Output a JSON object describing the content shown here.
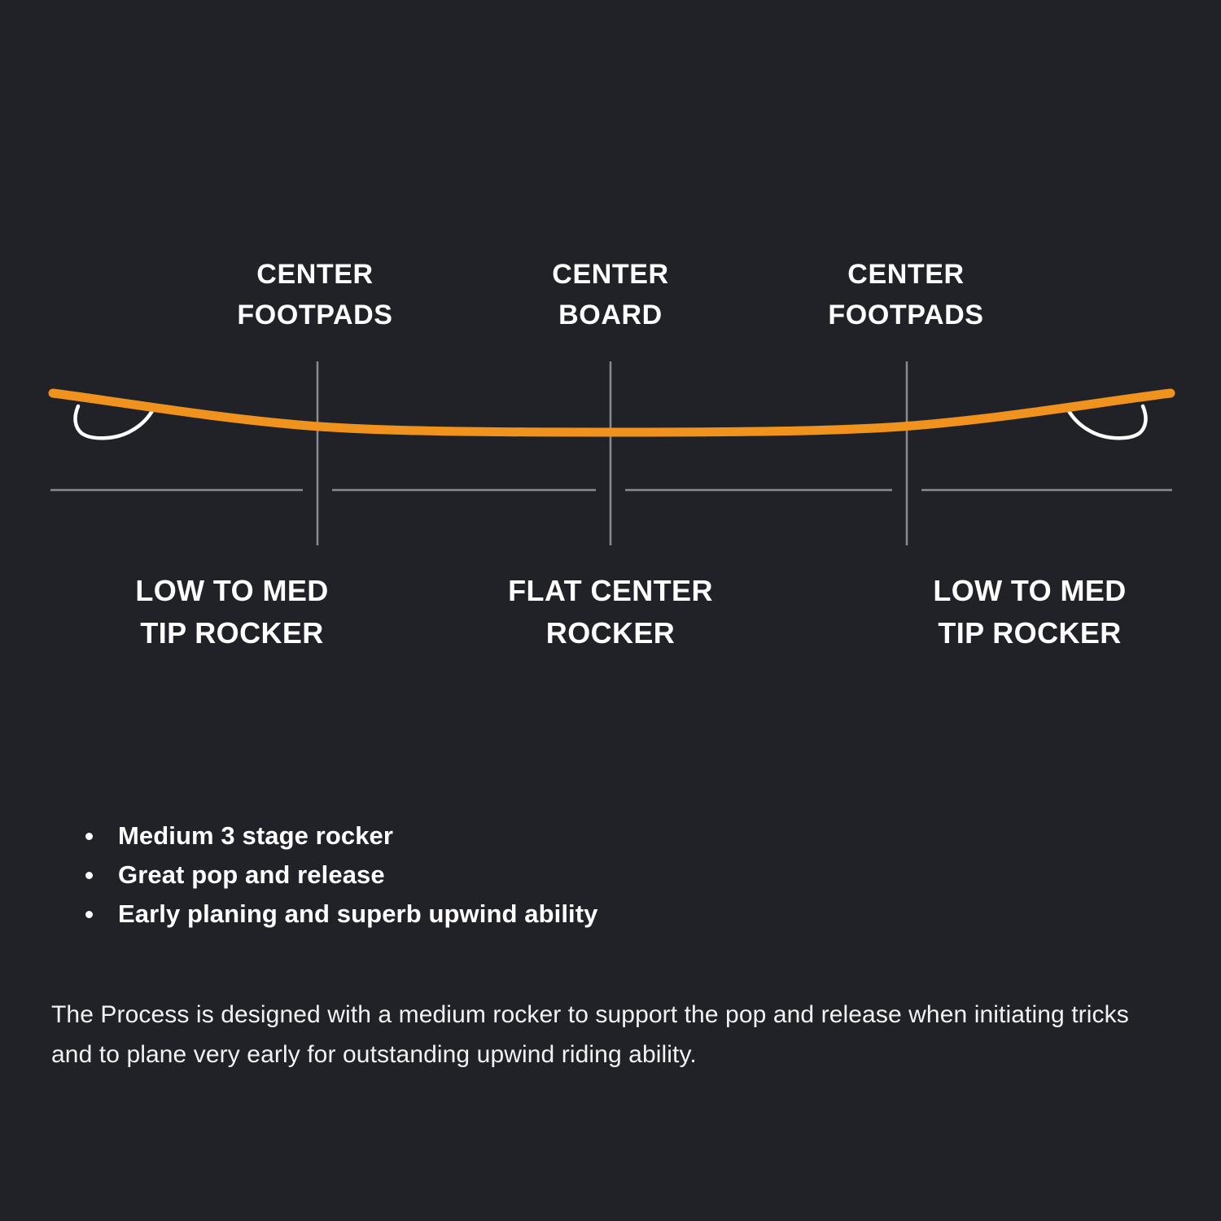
{
  "theme": {
    "background": "#212228",
    "accent_orange": "#F0921E",
    "line_gray": "#8A8A90",
    "text_white": "#FFFFFF"
  },
  "diagram": {
    "name": "board-rocker-profile",
    "top_labels": [
      {
        "id": "center-footpads-left",
        "text": "CENTER\nFOOTPADS"
      },
      {
        "id": "center-board",
        "text": "CENTER\nBOARD"
      },
      {
        "id": "center-footpads-right",
        "text": "CENTER\nFOOTPADS"
      }
    ],
    "bottom_labels": [
      {
        "id": "low-to-med-tip-rocker-left",
        "text": "LOW TO MED\nTIP ROCKER"
      },
      {
        "id": "flat-center-rocker",
        "text": "FLAT CENTER\nROCKER"
      },
      {
        "id": "low-to-med-tip-rocker-right",
        "text": "LOW TO MED\nTIP ROCKER"
      }
    ]
  },
  "features": {
    "items": [
      "Medium 3 stage rocker",
      "Great pop and release",
      "Early planing and superb upwind ability"
    ]
  },
  "description": {
    "text": "The Process is designed with a medium rocker to support the pop and release when initiating tricks and to plane very early for outstanding upwind riding ability."
  }
}
